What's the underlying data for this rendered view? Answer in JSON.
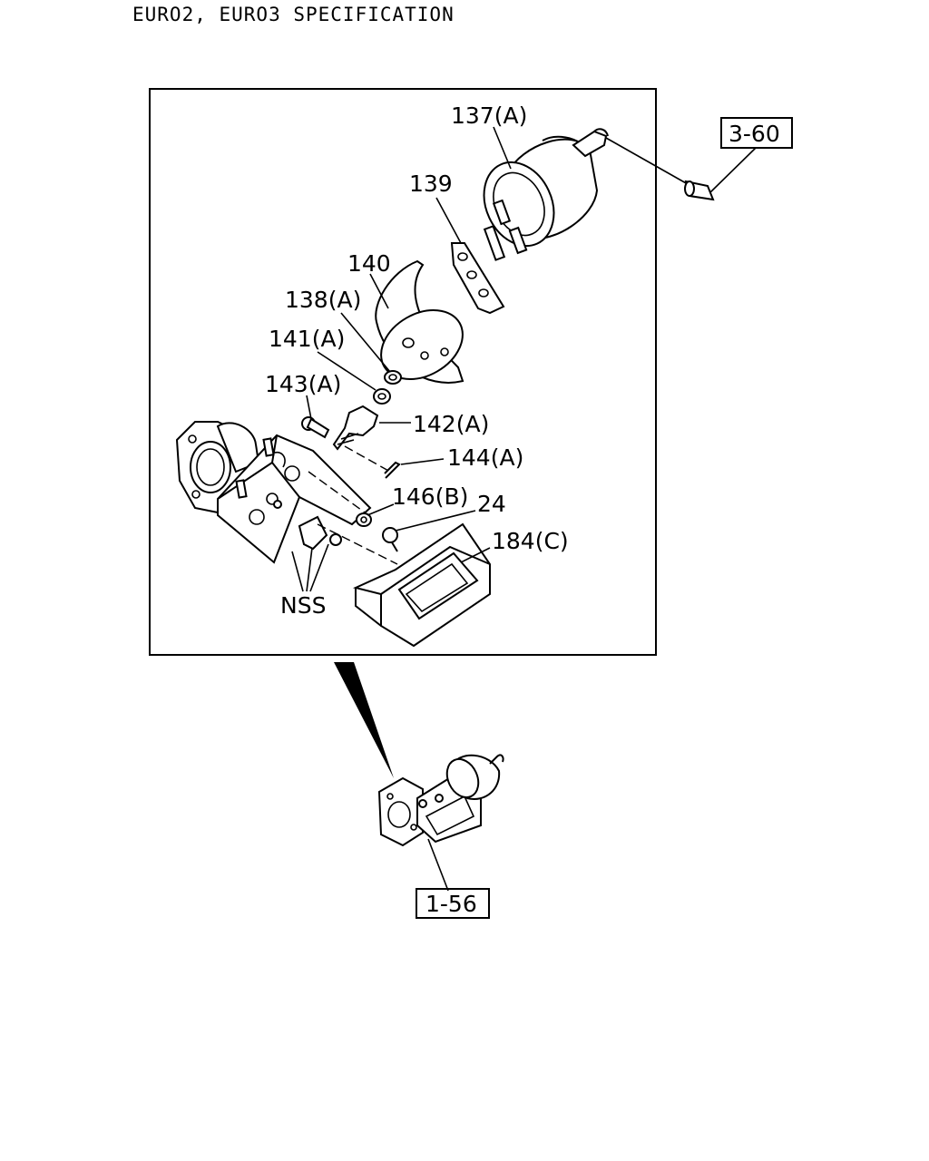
{
  "header": {
    "title": "EURO2, EURO3 SPECIFICATION"
  },
  "callouts": {
    "c137": "137(A)",
    "c139": "139",
    "c140": "140",
    "c138": "138(A)",
    "c141": "141(A)",
    "c143": "143(A)",
    "c142": "142(A)",
    "c144": "144(A)",
    "c146": "146(B)",
    "c24": "24",
    "c184": "184(C)",
    "nss": "NSS"
  },
  "references": {
    "ref_top": "3-60",
    "ref_bottom": "1-56"
  }
}
